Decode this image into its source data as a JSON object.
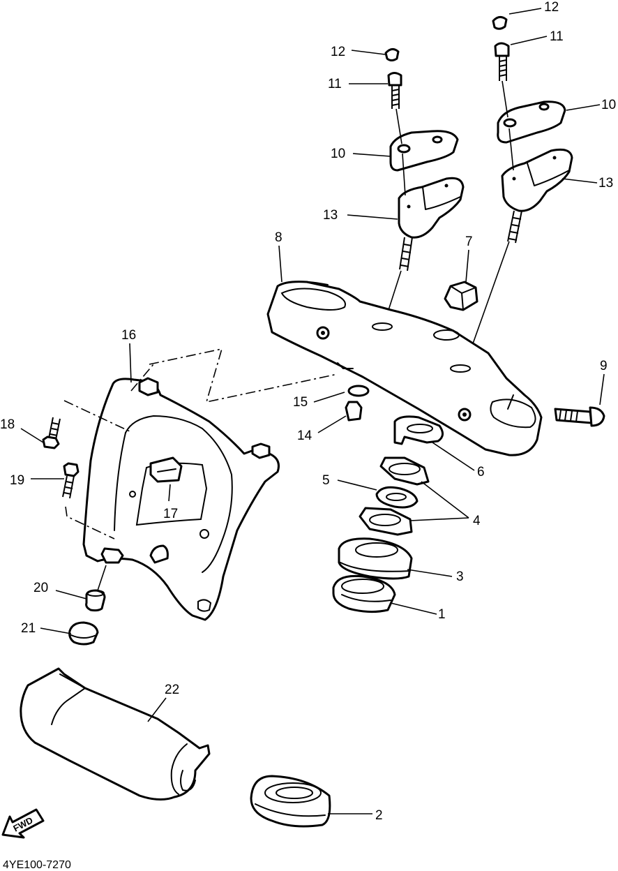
{
  "diagram": {
    "code": "4YE100-7270",
    "fwd_label": "FWD",
    "callouts": [
      "1",
      "2",
      "3",
      "4",
      "5",
      "6",
      "7",
      "8",
      "9",
      "10",
      "10",
      "11",
      "11",
      "12",
      "12",
      "13",
      "13",
      "14",
      "15",
      "16",
      "17",
      "18",
      "19",
      "20",
      "21",
      "22"
    ]
  }
}
